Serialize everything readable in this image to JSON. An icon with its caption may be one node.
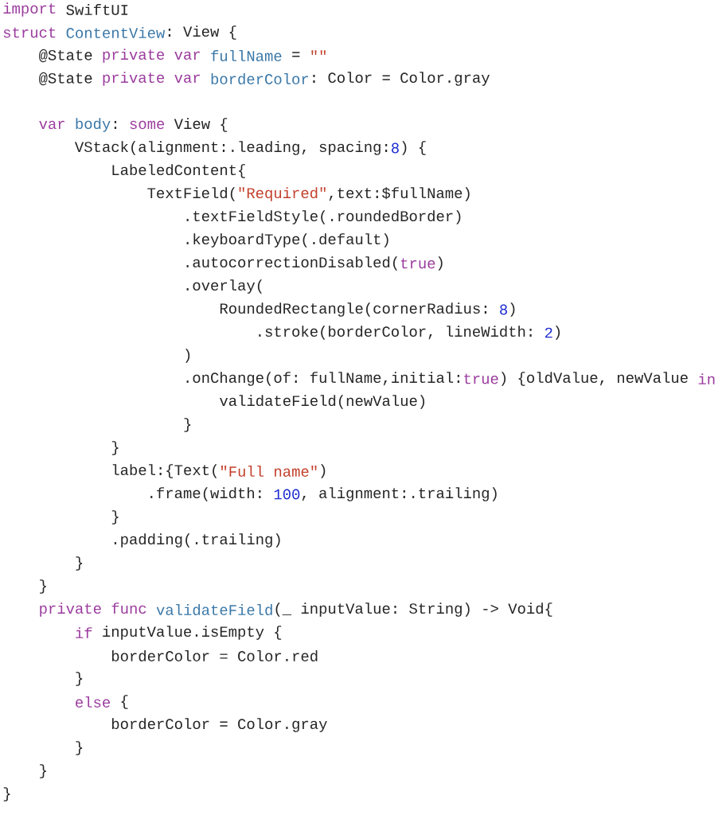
{
  "diagram": {
    "labels": [
      "import",
      "SwiftUI",
      "struct",
      "ContentView",
      ": View {",
      "@State",
      "private var",
      "fullName",
      "=",
      "\"\"",
      "@State",
      "private var",
      "borderColor",
      ": Color = Color.gray",
      "var",
      "body",
      ":",
      "some",
      "View {",
      "VStack(alignment:.leading, spacing:",
      "8",
      ") {",
      "LabeledContent{",
      "TextField(",
      "\"Required\"",
      ",text:$fullName)",
      ".textFieldStyle(.roundedBorder)",
      ".keyboardType(.default)",
      ".autocorrectionDisabled(",
      "true",
      ")",
      ".overlay(",
      "RoundedRectangle(cornerRadius:",
      "8",
      ")",
      ".stroke(borderColor, lineWidth:",
      "2",
      ")",
      ")",
      ".onChange(of: fullName,initial:",
      "true",
      ") {oldValue, newValue",
      "in",
      "validateField(newValue)",
      "}",
      "}",
      "label:{Text(",
      "\"Full name\"",
      ")",
      ".frame(width:",
      "100",
      ", alignment:.trailing)",
      "}",
      ".padding(.trailing)",
      "}",
      "}",
      "private func",
      "validateField",
      "(_ inputValue: String) -> Void{",
      "if",
      "inputValue.isEmpty {",
      "borderColor = Color.red",
      "}",
      "else",
      "{",
      "borderColor = Color.gray",
      "}",
      "}",
      "}"
    ]
  }
}
